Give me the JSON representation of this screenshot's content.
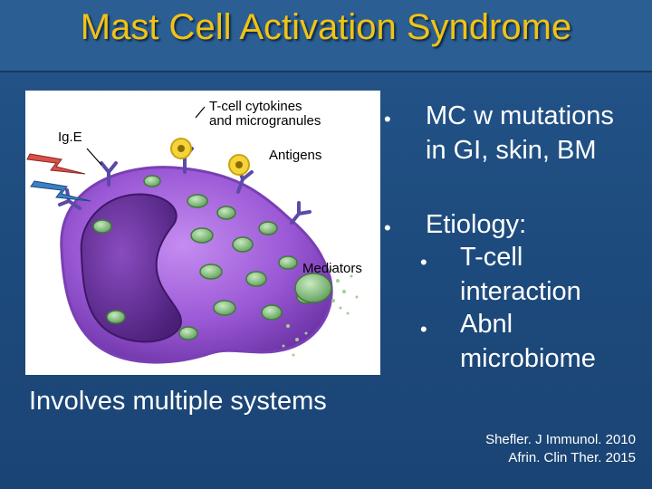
{
  "slide": {
    "title": "Mast Cell Activation Syndrome"
  },
  "figure": {
    "label_ige": "Ig.E",
    "label_tcell_line1": "T-cell cytokines",
    "label_tcell_line2": "and microgranules",
    "label_antigens": "Antigens",
    "label_mediators": "Mediators"
  },
  "bullets": {
    "item1_line1": "MC w mutations",
    "item1_line2": "in GI, skin, BM",
    "item2_label": "Etiology:",
    "sub1_line1": "T-cell",
    "sub1_line2": "interaction",
    "sub2_line1": "Abnl",
    "sub2_line2": "microbiome",
    "bullet_symbol": "•"
  },
  "footer": {
    "text": "Involves multiple systems"
  },
  "citations": {
    "line1": "Shefler. J Immunol. 2010",
    "line2": "Afrin. Clin Ther. 2015"
  },
  "colors": {
    "title": "#f2c214",
    "background": "#1f4e79",
    "cell": "#9b59d6",
    "nucleus": "#5e2a8f",
    "granule": "#7fbf7a"
  }
}
